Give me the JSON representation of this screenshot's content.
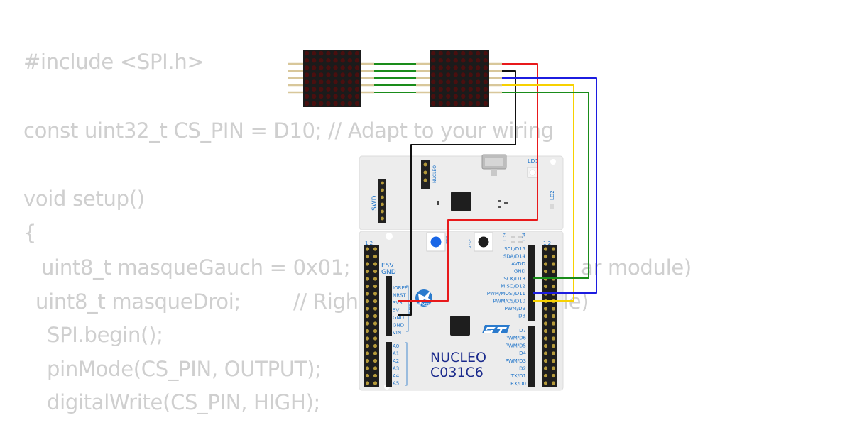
{
  "code": {
    "lines": [
      "#include <SPI.h>",
      "const uint32_t CS_PIN = D10; // Adapt to your wiring",
      "void setup()",
      "{",
      "uint8_t masqueGauch = 0x01;",
      "ar module)",
      "uint8_t masqueDroi;",
      "// Righ",
      "le)",
      "SPI.begin();",
      "pinMode(CS_PIN, OUTPUT);",
      "digitalWrite(CS_PIN, HIGH);"
    ]
  },
  "board": {
    "name_line1": "NUCLEO",
    "name_line2": "C031C6",
    "label_swd": "SWD",
    "label_nucleo": "NUCLEO",
    "label_ld1": "LD1",
    "label_ld2": "LD2",
    "label_ld3": "LD3",
    "label_ld4": "LD4",
    "label_user": "USER",
    "label_reset": "RESET",
    "label_stm32": "STM32",
    "label_power": "POWER",
    "label_analog": "ANALOG",
    "label_e5v": "E5V",
    "label_gnd": "GND",
    "header_num_left": "1 2",
    "header_num_right": "1 2",
    "power_pins": [
      "IOREF",
      "NRST",
      "3V3",
      "5V",
      "GND",
      "GND",
      "VIN"
    ],
    "analog_pins": [
      "A0",
      "A1",
      "A2",
      "A3",
      "A4",
      "A5"
    ],
    "digital_pins_top": [
      "SCL/D15",
      "SDA/D14",
      "AVDD",
      "GND",
      "SCK/D13",
      "MISO/D12",
      "PWM/MOSI/D11",
      "PWM/CS/D10",
      "PWM/D9",
      "D8"
    ],
    "digital_pins_bottom": [
      "D7",
      "PWM/D6",
      "PWM/D5",
      "D4",
      "PWM/D3",
      "D2",
      "TX/D1",
      "RX/D0"
    ]
  },
  "colors": {
    "code_text": "#cfcfcf",
    "board": "#ececec",
    "silk": "#1e73c8",
    "wire_red": "#e8191b",
    "wire_black": "#111111",
    "wire_blue": "#1c1ce0",
    "wire_yellow": "#f7d100",
    "wire_green": "#1a8c1a",
    "matrix_body": "#1b1b1b",
    "matrix_led": "#4a0f0f"
  },
  "components": {
    "matrices": [
      "max7219-matrix-1",
      "max7219-matrix-2"
    ],
    "board": "nucleo-c031c6"
  }
}
